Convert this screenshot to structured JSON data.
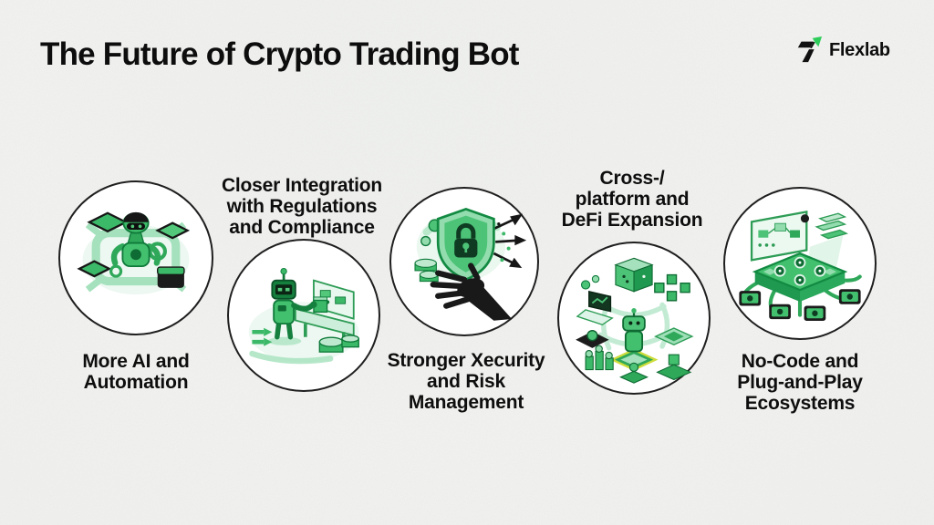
{
  "page": {
    "title": "The Future of Crypto Trading Bot",
    "background_color": "#f2f2f0"
  },
  "brand": {
    "name": "Flexlab",
    "logo_icon": "flexlab-mark",
    "logo_accent_color": "#2ecc5b",
    "logo_ink_color": "#111111"
  },
  "colors": {
    "accent_green": "#3cb968",
    "dark_green": "#128a42",
    "light_green": "#bfe9cf",
    "ink": "#0e0e0e",
    "circle_border": "#1f1f1f",
    "circle_fill": "#ffffff"
  },
  "items": [
    {
      "id": "more-ai-automation",
      "icon": "ai-robot-circuit-illustration",
      "label_lines": [
        "More AI and",
        "Automation"
      ],
      "label_position": "below"
    },
    {
      "id": "regulations-compliance",
      "icon": "robot-conveyor-illustration",
      "label_lines": [
        "Closer Integration",
        "with Regulations",
        "and Compliance"
      ],
      "label_position": "above"
    },
    {
      "id": "security-risk-management",
      "icon": "hand-shield-lock-illustration",
      "label_lines": [
        "Stronger Xecurity",
        "and Risk",
        "Management"
      ],
      "label_position": "below"
    },
    {
      "id": "cross-platform-defi",
      "icon": "network-nodes-illustration",
      "label_lines": [
        "Cross-/",
        "platform and",
        "DeFi Expansion"
      ],
      "label_position": "above"
    },
    {
      "id": "no-code-ecosystems",
      "icon": "motherboard-modules-illustration",
      "label_lines": [
        "No-Code and",
        "Plug-and-Play",
        "Ecosystems"
      ],
      "label_position": "below"
    }
  ]
}
